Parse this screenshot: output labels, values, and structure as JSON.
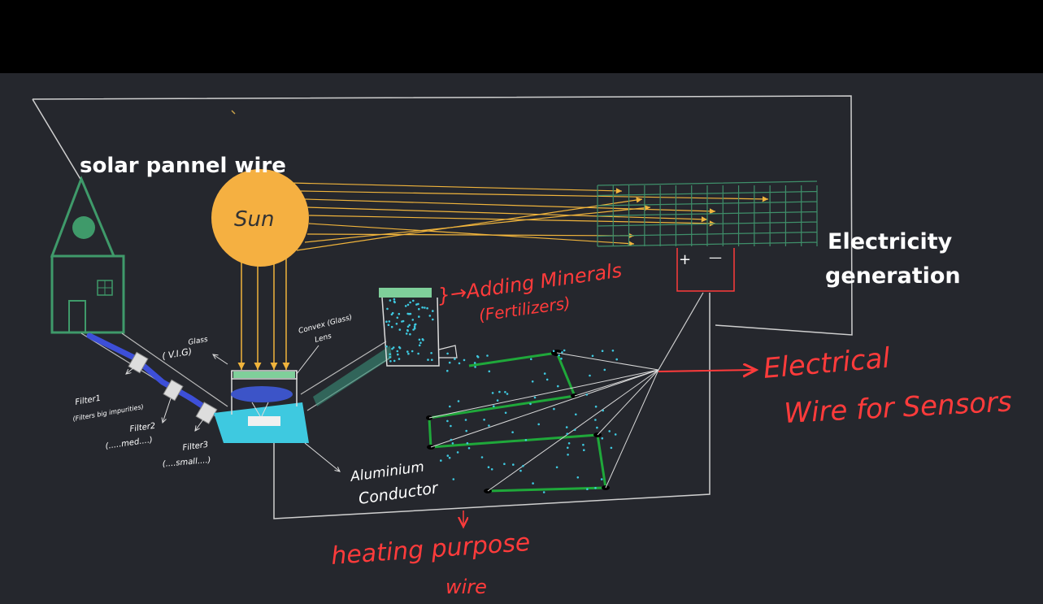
{
  "labels": {
    "solar_panel_wire": "solar pannel wire",
    "sun": "Sun",
    "electricity_line1": "Electricity",
    "electricity_line2": "generation",
    "adding_minerals_line1": "}→Adding Minerals",
    "adding_minerals_line2": "(Fertilizers)",
    "electrical_wire_line1": "Electrical",
    "electrical_wire_line2": "Wire for Sensors",
    "heating_line1": "heating purpose",
    "heating_line2": "wire",
    "convex_lens_line1": "Convex (Glass)",
    "convex_lens_line2": "Lens",
    "glass_line1": "Glass",
    "glass_line2": "( V.I.G)",
    "filter1_line1": "Filter1",
    "filter1_line2": "(Filters big impurities)",
    "filter2_line1": "Filter2",
    "filter2_line2": "(.....med....)",
    "filter3_line1": "Filter3",
    "filter3_line2": "(....small....)",
    "aluminium_line1": "Aluminium",
    "aluminium_line2": "Conductor",
    "plus": "+",
    "minus": "—"
  },
  "colors": {
    "background": "#25272d",
    "top_bar": "#000000",
    "sun_fill": "#f5b041",
    "ray": "#f0b43c",
    "house": "#3f9a6a",
    "panel_grid": "#3f8f6a",
    "water": "#3ec9e0",
    "pipe_blue": "#3d4fd8",
    "annotation_red": "#ff3b3b",
    "wire_green": "#1fa83a",
    "wire_grey": "#d9d9d9"
  }
}
